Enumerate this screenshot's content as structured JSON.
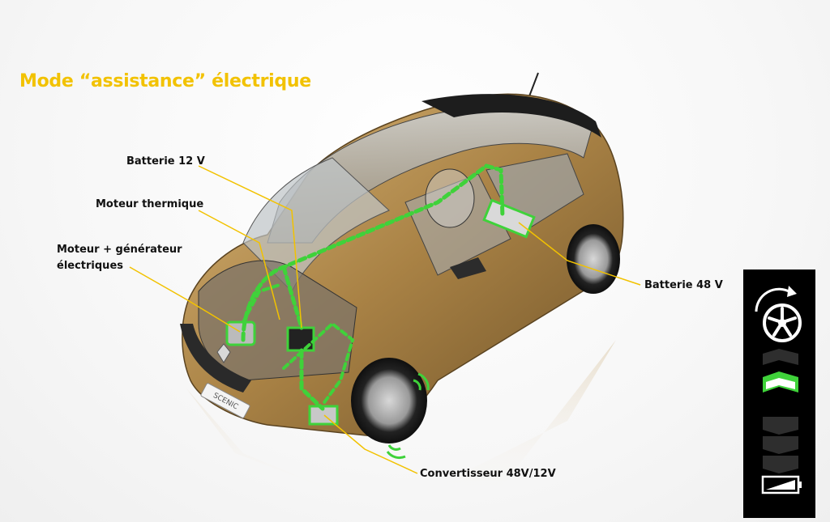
{
  "title": "Mode “assistance” électrique",
  "callouts": {
    "battery_12v": "Batterie 12 V",
    "thermal_engine": "Moteur thermique",
    "motor_generator_line1": "Moteur + générateur",
    "motor_generator_line2": "électriques",
    "battery_48v": "Batterie 48 V",
    "converter": "Convertisseur 48V/12V"
  },
  "car_badge": "SCENIC",
  "indicator_panel": {
    "wheel": "wheel-rotation-icon",
    "charge_arrows_active": 1,
    "charge_arrows_total": 5,
    "battery": "battery-low-icon"
  },
  "colors": {
    "title": "#f2c200",
    "leader_line": "#f2c200",
    "energy_flow": "#3fd23a",
    "car_body": "#b08a4c",
    "panel_bg": "#000000"
  }
}
